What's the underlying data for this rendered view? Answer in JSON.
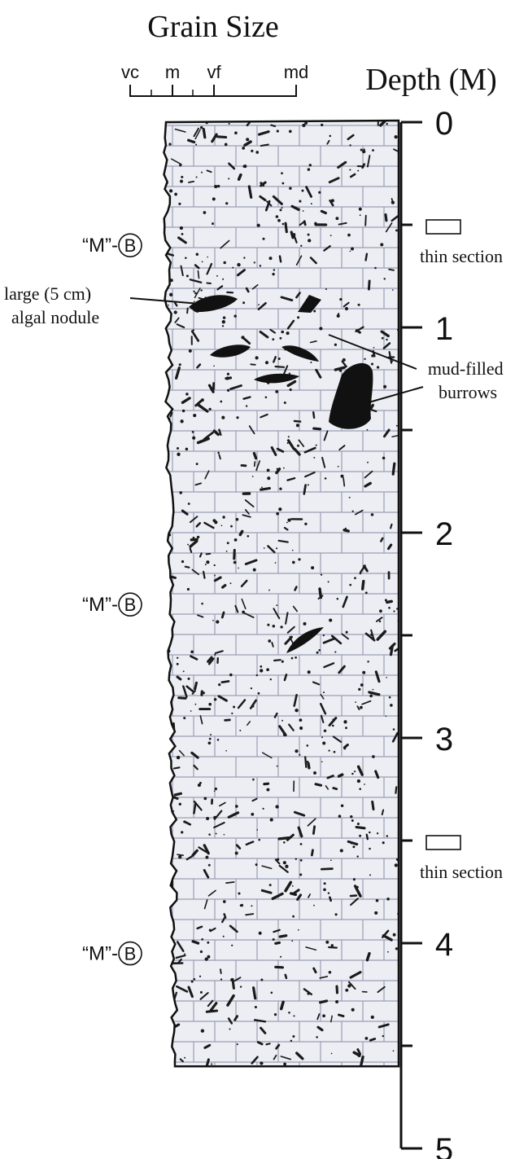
{
  "title": "Grain Size",
  "grain_scale": {
    "labels": [
      "vc",
      "m",
      "vf",
      "md"
    ]
  },
  "depth_axis": {
    "label": "Depth (M)",
    "major_ticks": [
      {
        "label": "0",
        "value": 0
      },
      {
        "label": "1",
        "value": 1
      },
      {
        "label": "2",
        "value": 2
      },
      {
        "label": "3",
        "value": 3
      },
      {
        "label": "4",
        "value": 4
      },
      {
        "label": "5",
        "value": 5
      }
    ],
    "minor_tick_values": [
      0.5,
      1.5,
      2.5,
      3.5,
      4.5
    ]
  },
  "column": {
    "bottom_depth": 4.6,
    "lithology": "limestone with scattered bioclasts"
  },
  "fabric_labels": [
    {
      "text": "“M”-",
      "symbol": "B",
      "depth": 0.6
    },
    {
      "text": "“M”-",
      "symbol": "B",
      "depth": 2.35
    },
    {
      "text": "“M”-",
      "symbol": "B",
      "depth": 4.05
    }
  ],
  "thin_sections": [
    {
      "label": "thin section",
      "depth": 0.5
    },
    {
      "label": "thin section",
      "depth": 3.5
    }
  ],
  "annotations": {
    "nodule": {
      "lines": [
        "large (5 cm)",
        "algal nodule"
      ]
    },
    "burrows": {
      "lines": [
        "mud-filled",
        "burrows"
      ]
    }
  },
  "colors": {
    "ink": "#111111",
    "fill": "#eceef3",
    "bricks": "#9a9eb4"
  }
}
